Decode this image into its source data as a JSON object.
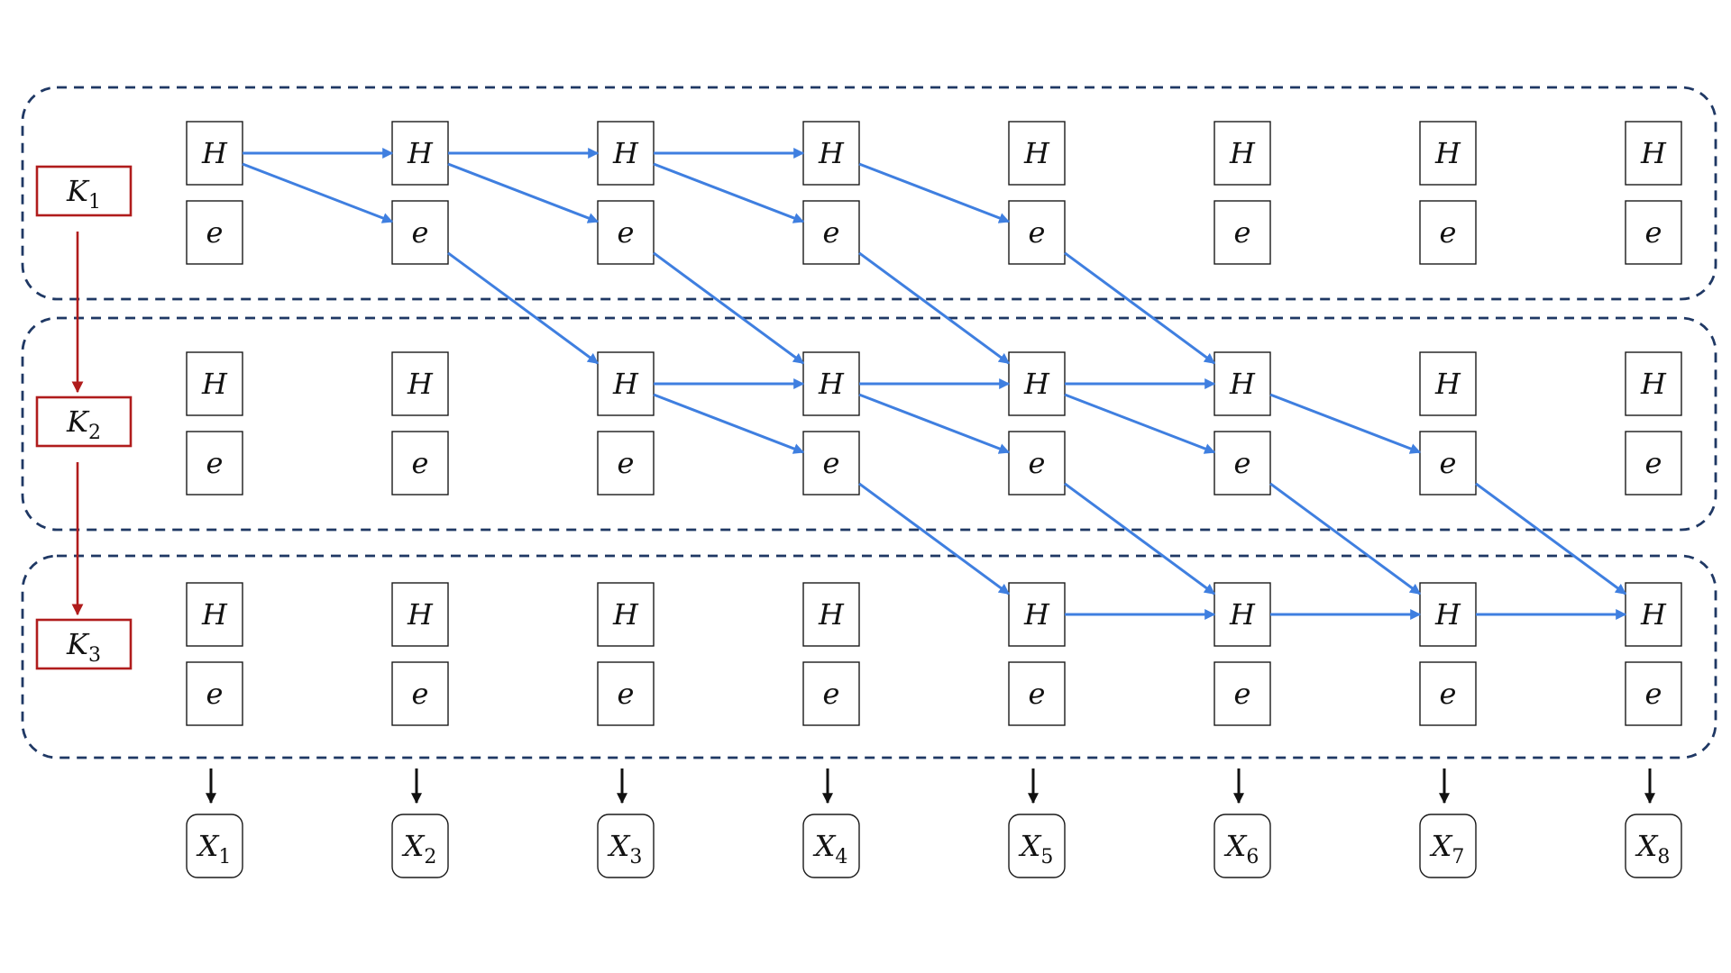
{
  "diagram": {
    "node_labels": {
      "hidden": "H",
      "emission": "e"
    },
    "groups": [
      {
        "label_main": "K",
        "label_sub": "1"
      },
      {
        "label_main": "K",
        "label_sub": "2"
      },
      {
        "label_main": "K",
        "label_sub": "3"
      }
    ],
    "outputs": [
      {
        "label_main": "X",
        "label_sub": "1"
      },
      {
        "label_main": "X",
        "label_sub": "2"
      },
      {
        "label_main": "X",
        "label_sub": "3"
      },
      {
        "label_main": "X",
        "label_sub": "4"
      },
      {
        "label_main": "X",
        "label_sub": "5"
      },
      {
        "label_main": "X",
        "label_sub": "6"
      },
      {
        "label_main": "X",
        "label_sub": "7"
      },
      {
        "label_main": "X",
        "label_sub": "8"
      }
    ],
    "edges": [
      {
        "from": [
          0,
          "H",
          0
        ],
        "to": [
          0,
          "H",
          1
        ]
      },
      {
        "from": [
          0,
          "H",
          0
        ],
        "to": [
          0,
          "e",
          1
        ]
      },
      {
        "from": [
          0,
          "H",
          1
        ],
        "to": [
          0,
          "H",
          2
        ]
      },
      {
        "from": [
          0,
          "H",
          1
        ],
        "to": [
          0,
          "e",
          2
        ]
      },
      {
        "from": [
          0,
          "H",
          2
        ],
        "to": [
          0,
          "H",
          3
        ]
      },
      {
        "from": [
          0,
          "H",
          2
        ],
        "to": [
          0,
          "e",
          3
        ]
      },
      {
        "from": [
          0,
          "H",
          3
        ],
        "to": [
          0,
          "e",
          4
        ]
      },
      {
        "from": [
          0,
          "e",
          1
        ],
        "to": [
          1,
          "H",
          2
        ]
      },
      {
        "from": [
          0,
          "e",
          2
        ],
        "to": [
          1,
          "H",
          3
        ]
      },
      {
        "from": [
          0,
          "e",
          3
        ],
        "to": [
          1,
          "H",
          4
        ]
      },
      {
        "from": [
          0,
          "e",
          4
        ],
        "to": [
          1,
          "H",
          5
        ]
      },
      {
        "from": [
          1,
          "H",
          2
        ],
        "to": [
          1,
          "H",
          3
        ]
      },
      {
        "from": [
          1,
          "H",
          2
        ],
        "to": [
          1,
          "e",
          3
        ]
      },
      {
        "from": [
          1,
          "H",
          3
        ],
        "to": [
          1,
          "H",
          4
        ]
      },
      {
        "from": [
          1,
          "H",
          3
        ],
        "to": [
          1,
          "e",
          4
        ]
      },
      {
        "from": [
          1,
          "H",
          4
        ],
        "to": [
          1,
          "H",
          5
        ]
      },
      {
        "from": [
          1,
          "H",
          4
        ],
        "to": [
          1,
          "e",
          5
        ]
      },
      {
        "from": [
          1,
          "H",
          5
        ],
        "to": [
          1,
          "e",
          6
        ]
      },
      {
        "from": [
          1,
          "e",
          3
        ],
        "to": [
          2,
          "H",
          4
        ]
      },
      {
        "from": [
          1,
          "e",
          4
        ],
        "to": [
          2,
          "H",
          5
        ]
      },
      {
        "from": [
          1,
          "e",
          5
        ],
        "to": [
          2,
          "H",
          6
        ]
      },
      {
        "from": [
          1,
          "e",
          6
        ],
        "to": [
          2,
          "H",
          7
        ]
      },
      {
        "from": [
          2,
          "H",
          4
        ],
        "to": [
          2,
          "H",
          5
        ]
      },
      {
        "from": [
          2,
          "H",
          5
        ],
        "to": [
          2,
          "H",
          6
        ]
      },
      {
        "from": [
          2,
          "H",
          6
        ],
        "to": [
          2,
          "H",
          7
        ]
      }
    ],
    "colors": {
      "flow_arrow": "#3f7fe0",
      "group_arrow": "#b01c1c",
      "band_border": "#1f3864",
      "node_border": "#1a1a1a"
    }
  }
}
